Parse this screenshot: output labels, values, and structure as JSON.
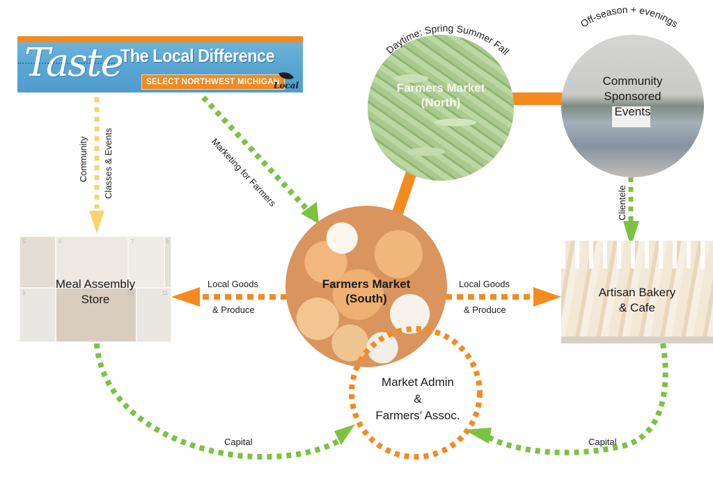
{
  "banner": {
    "script_word": "Taste",
    "tagline": "The Local Difference",
    "badge": "SELECT NORTHWEST MICHIGAN",
    "logo_text": "Local",
    "colors": {
      "background": "#5aa6d3",
      "accent": "#f08a24"
    }
  },
  "nodes": {
    "farmers_market_north": {
      "label_line1": "Farmers Market",
      "label_line2": "(North)",
      "arc_caption": "Daytime: Spring Summer Fall"
    },
    "community_events": {
      "label_line1": "Community",
      "label_line2": "Sponsored",
      "label_line3": "Events",
      "arc_caption": "Off-season + evenings"
    },
    "farmers_market_south": {
      "label_line1": "Farmers Market",
      "label_line2": "(South)"
    },
    "meal_assembly": {
      "label_line1": "Meal Assembly",
      "label_line2": "Store",
      "tile_numbers": [
        "5",
        "6",
        "7",
        "8",
        "9",
        "10",
        "11"
      ]
    },
    "bakery": {
      "label_line1": "Artisan Bakery",
      "label_line2": "& Cafe"
    },
    "market_admin": {
      "label_line1": "Market Admin",
      "label_line2": "&",
      "label_line3": "Farmers’ Assoc."
    }
  },
  "edges": {
    "community_classes": {
      "line1": "Community",
      "line2": "Classes & Events"
    },
    "marketing": {
      "label": "Marketing for Farmers"
    },
    "goods_left": {
      "line1": "Local Goods",
      "line2": "& Produce"
    },
    "goods_right": {
      "line1": "Local Goods",
      "line2": "& Produce"
    },
    "clientele": {
      "label": "Clientele"
    },
    "capital_left": {
      "label": "Capital"
    },
    "capital_right": {
      "label": "Capital"
    }
  },
  "colors": {
    "orange": "#f58a1f",
    "green": "#7cc242",
    "yellow": "#fcd26f"
  }
}
